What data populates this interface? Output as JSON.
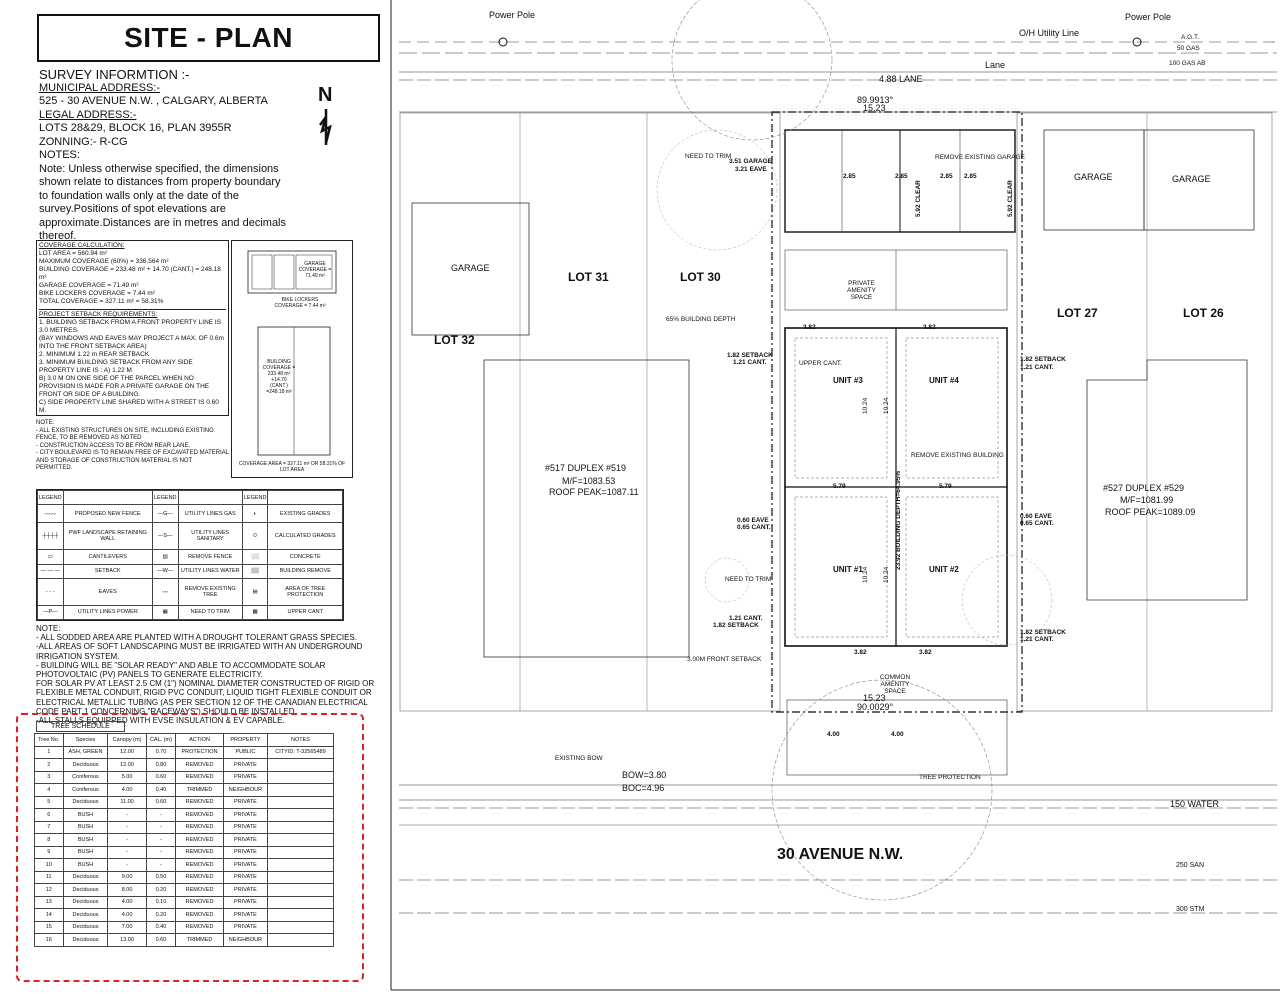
{
  "title": "SITE - PLAN",
  "survey": {
    "heading": "SURVEY INFORMTION :-",
    "municipal_label": "MUNICIPAL ADDRESS:-",
    "municipal": "525 - 30 AVENUE N.W. , CALGARY, ALBERTA",
    "legal_label": "LEGAL ADDRESS:-",
    "legal": "LOTS 28&29, BLOCK 16, PLAN 3955R",
    "zoning": "ZONNING:-  R-CG",
    "notes_label": "NOTES:",
    "note": "Note: Unless otherwise specified, the dimensions shown relate to distances from property boundary to foundation walls only at the date of the survey.Positions of spot elevations are approximate.Distances are in metres and decimals thereof."
  },
  "north": "N",
  "coverage": {
    "heading": "COVERAGE CALCULATION:",
    "lines": [
      "LOT AREA = 560.94 m²",
      "MAXIMUM COVERAGE (60%) = 336.564 m²",
      "BUILDING COVERAGE = 233.48 m² + 14.70 (CANT.) = 248.18 m²",
      "GARAGE COVERAGE = 71.49 m²",
      "BIKE LOCKERS COVERAGE = 7.44 m²",
      "TOTAL COVERAGE = 327.11 m² = 58.31%"
    ],
    "setback_heading": "PROJECT SETBACK REQUIREMENTS:",
    "setback_lines": [
      "1. BUILDING SETBACK FROM A FRONT PROPERTY LINE IS 3.0 METRES.",
      "   (BAY WINDOWS  AND EAVES MAY PROJECT A MAX. OF 0.6m INTO THE FRONT SETBACK AREA)",
      "2. MINIMUM 1.22 m REAR SETBACK",
      "3. MINIMUM BUILDING SETBACK FROM ANY SIDE PROPERTY LINE IS : A) 1.22 M",
      "B) 3.0 M ON ONE SIDE OF THE PARCEL WHEN NO PROVISION IS MADE FOR A PRIVATE GARAGE ON THE FRONT OR SIDE OF A BUILDING.",
      "C) SIDE PROPERTY LINE SHARED WITH A STREET IS 0.60 M."
    ]
  },
  "small_notes": [
    "NOTE:",
    "- ALL EXISTING STRUCTURES ON SITE, INCLUDING EXISTING FENCE, TO BE REMOVED AS NOTED",
    "- CONSTRUCTION ACCESS TO BE FROM REAR LANE.",
    "- CITY BOULEVARD IS TO REMAIN FREE OF EXCAVATED MATERIAL AND STORAGE OF CONSTRUCTION MATERIAL IS NOT PERMITTED."
  ],
  "key_plan": {
    "garage": "GARAGE COVERAGE = 71.49 m²",
    "bike": "BIKE LOCKERS COVERAGE = 7.44 m²",
    "building": "BUILDING COVERAGE = 233.48 m² +14.70 (CANT.) =248.18 m²",
    "total": "COVERAGE AREA = 327.11 m² OR 58.31% OF LOT AREA"
  },
  "legend": {
    "headers": [
      "LEGEND",
      "LEGEND",
      "LEGEND"
    ],
    "rows": [
      [
        "PROPOSED NEW FENCE",
        "UTILITY LINES GAS",
        "EXISTING GRADES"
      ],
      [
        "PWF LANDSCAPE RETAINING WALL",
        "UTILITY LINES SANITARY",
        "CALCULATED GRADES"
      ],
      [
        "CANTILEVERS",
        "REMOVE FENCE",
        "CONCRETE"
      ],
      [
        "SETBACK",
        "UTILITY LINES WATER",
        "BUILDING REMOVE"
      ],
      [
        "EAVES",
        "REMOVE EXISTING TREE",
        "AREA OF TREE PROTECTION"
      ],
      [
        "UTILITY LINES POWER",
        "NEED TO TRIM",
        "UPPER CANT"
      ]
    ]
  },
  "notes2": [
    "NOTE:",
    "- ALL SODDED AREA ARE PLANTED WITH A DROUGHT TOLERANT GRASS SPECIES.",
    "-ALL AREAS OF SOFT LANDSCAPING MUST BE IRRIGATED WITH AN UNDERGROUND IRRIGATION SYSTEM.",
    "- BUILDING WILL BE \"SOLAR READY\" AND ABLE TO ACCOMMODATE SOLAR PHOTOVOLTAIC (PV) PANELS TO GENERATE ELECTRICITY.",
    "FOR SOLAR PV AT LEAST 2.5 CM (1\") NOMINAL DIAMETER CONSTRUCTED OF RIGID OR FLEXIBLE METAL CONDUIT, RIGID PVC CONDUIT, LIQUID TIGHT FLEXIBLE CONDUIT OR ELECTRICAL METALLIC TUBING (AS PER SECTION 12 OF THE CANADIAN ELECTRICAL CODE PART 1 CONCERNING \"RACEWAYS\") SHOULD BE INSTALLED",
    "-ALL STALLS EQUIPPED WITH EVSE INSULATION & EV CAPABLE."
  ],
  "tree_schedule": {
    "title": "TREE SCHEDULE",
    "headers": [
      "Tree No.",
      "Species",
      "Canopy (m)",
      "CAL. (m)",
      "ACTION",
      "PROPERTY",
      "NOTES"
    ],
    "rows": [
      [
        "1",
        "ASH, GREEN",
        "12.00",
        "0.70",
        "PROTECTION",
        "PUBLIC",
        "CITYID: T-32565489"
      ],
      [
        "2",
        "Deciduous",
        "12.00",
        "0.80",
        "REMOVED",
        "PRIVATE",
        ""
      ],
      [
        "3",
        "Coniferous",
        "5.00",
        "0.60",
        "REMOVED",
        "PRIVATE",
        ""
      ],
      [
        "4",
        "Coniferous",
        "4.00",
        "0.40",
        "TRIMMED",
        "NEIGHBOUR",
        ""
      ],
      [
        "5",
        "Deciduous",
        "11.00",
        "0.60",
        "REMOVED",
        "PRIVATE",
        ""
      ],
      [
        "6",
        "BUSH",
        "-",
        "-",
        "REMOVED",
        "PRIVATE",
        ""
      ],
      [
        "7",
        "BUSH",
        "-",
        "-",
        "REMOVED",
        "PRIVATE",
        ""
      ],
      [
        "8",
        "BUSH",
        "-",
        "-",
        "REMOVED",
        "PRIVATE",
        ""
      ],
      [
        "9",
        "BUSH",
        "-",
        "-",
        "REMOVED",
        "PRIVATE",
        ""
      ],
      [
        "10",
        "BUSH",
        "-",
        "-",
        "REMOVED",
        "PRIVATE",
        ""
      ],
      [
        "11",
        "Deciduous",
        "9.00",
        "0.50",
        "REMOVED",
        "PRIVATE",
        ""
      ],
      [
        "12",
        "Deciduous",
        "8.00",
        "0.20",
        "REMOVED",
        "PRIVATE",
        ""
      ],
      [
        "13",
        "Deciduous",
        "4.00",
        "0.10",
        "REMOVED",
        "PRIVATE",
        ""
      ],
      [
        "14",
        "Deciduous",
        "4.00",
        "0.20",
        "REMOVED",
        "PRIVATE",
        ""
      ],
      [
        "15",
        "Deciduous",
        "7.00",
        "0.40",
        "REMOVED",
        "PRIVATE",
        ""
      ],
      [
        "16",
        "Deciduous",
        "13.00",
        "0.60",
        "TRIMMED",
        "NEIGHBOUR",
        ""
      ]
    ]
  },
  "plan": {
    "power_pole_left": "Power Pole",
    "power_pole_right": "Power Pole",
    "utility_line": "O/H Utility Line",
    "agt": "A.G.T.",
    "gas50": "50 GAS",
    "gas100": "100 GAS AB",
    "lane": "Lane",
    "lane_width": "4.88 LANE",
    "angle_top": "89.9913°",
    "width_top": "15.23",
    "garage_left": "GARAGE",
    "garage_r1": "GARAGE",
    "garage_r2": "GARAGE",
    "lot31": "LOT 31",
    "lot30": "LOT 30",
    "lot32": "LOT 32",
    "lot27": "LOT 27",
    "lot26": "LOT 26",
    "dup_left": "#517 DUPLEX #519",
    "dup_left_mf": "M/F=1083.53",
    "dup_left_rp": "ROOF PEAK=1087.11",
    "dup_right": "#527 DUPLEX #529",
    "dup_right_mf": "M/F=1081.99",
    "dup_right_rp": "ROOF PEAK=1089.09",
    "unit1": "UNIT #1",
    "unit2": "UNIT #2",
    "unit3": "UNIT #3",
    "unit4": "UNIT #4",
    "garage_eave": "3.51 GARAGE",
    "eave321": "3.21 EAVE",
    "setback182_left": "1.82 SETBACK",
    "cant121_left": "1.21 CANT.",
    "setback182_right": "1.82 SETBACK",
    "cant121_right": "1.21 CANT.",
    "eave060_left": "0.60 EAVE",
    "cant065_left": "0.65 CANT.",
    "eave060_right": "0.60 EAVE",
    "cant065_right": "0.65 CANT.",
    "cant121_b": "1.21 CANT.",
    "setback182_b": "1.82 SETBACK",
    "setback182_br": "1.82 SETBACK",
    "cant121_br": "1.21 CANT.",
    "front_setback": "3.00M FRONT SETBACK",
    "width_bottom": "15.23",
    "angle_bottom": "90.0029°",
    "bow": "BOW=3.80",
    "boc": "BOC=4.96",
    "water": "150 WATER",
    "avenue": "30    AVENUE   N.W.",
    "san": "250 SAN",
    "stm": "300 STM",
    "dim579a": "5.79",
    "dim579b": "5.79",
    "dim382a": "3.82",
    "dim382b": "3.82",
    "dim382c": "3.82",
    "dim382d": "3.82",
    "dim400a": "4.00",
    "dim400b": "4.00",
    "dim285a": "2.85",
    "dim285b": "2.85",
    "dim285c": "2.85",
    "dim285d": "2.85",
    "building_depth": "23.92 BUILDING DEPTH=64.95%",
    "depth1024a": "10.24",
    "depth1024b": "10.24",
    "depth1024c": "10.24",
    "depth1024d": "10.24",
    "remove_building": "REMOVE EXISTING BUILDING",
    "remove_garage": "REMOVE EXISTING GARAGE",
    "clear_a": "5.92 CLEAR",
    "clear_b": "5.92 CLEAR",
    "depth_65": "65% BUILDING DEPTH",
    "need_trim_1": "NEED TO TRIM",
    "need_trim_2": "NEED TO TRIM",
    "common_amenity": "COMMON AMENITY SPACE",
    "private_amenity": "PRIVATE AMENITY SPACE",
    "tree_protection": "TREE PROTECTION",
    "existing_bow": "EXISTING BOW",
    "upper_cant": "UPPER CANT."
  }
}
